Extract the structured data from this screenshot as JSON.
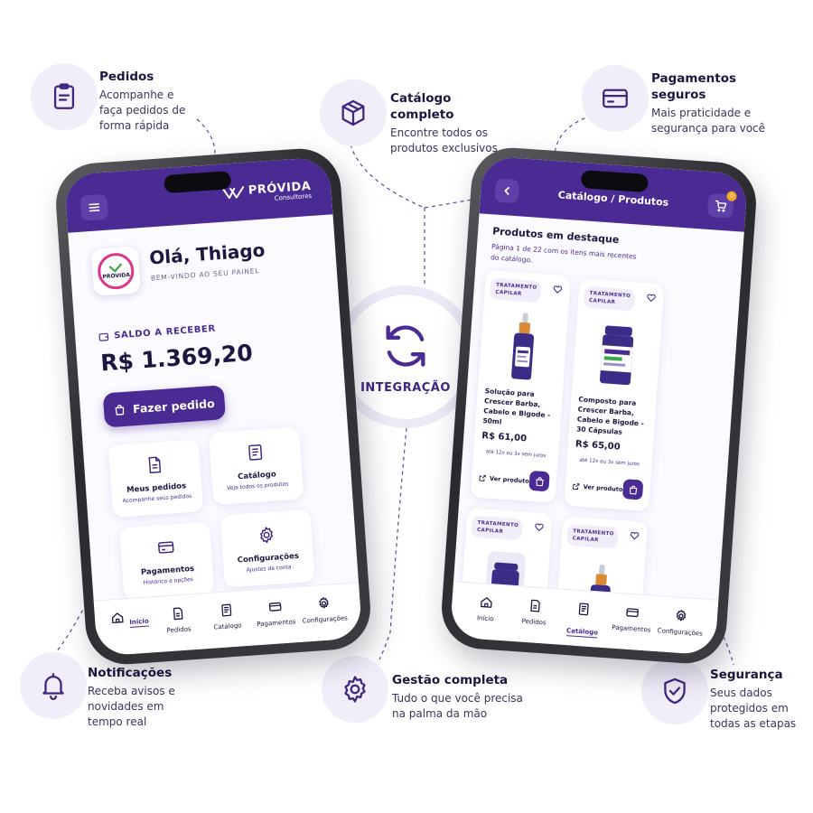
{
  "features": {
    "pedidos": {
      "title": "Pedidos",
      "desc": [
        "Acompanhe e",
        "faça pedidos de",
        "forma rápida"
      ],
      "icon": "clipboard-icon"
    },
    "catalogo": {
      "title": [
        "Catálogo",
        "completo"
      ],
      "desc": [
        "Encontre todos os",
        "produtos exclusivos"
      ],
      "icon": "box-icon"
    },
    "pagamentos": {
      "title": [
        "Pagamentos",
        "seguros"
      ],
      "desc": [
        "Mais praticidade e",
        "segurança para você"
      ],
      "icon": "credit-card-icon"
    },
    "notificacoes": {
      "title": "Notificações",
      "desc": [
        "Receba avisos e",
        "novidades em",
        "tempo real"
      ],
      "icon": "bell-icon"
    },
    "gestao": {
      "title": "Gestão completa",
      "desc": [
        "Tudo o que você precisa",
        "na palma da mão"
      ],
      "icon": "gear-icon"
    },
    "seguranca": {
      "title": "Segurança",
      "desc": [
        "Seus dados",
        "protegidos em",
        "todas as etapas"
      ],
      "icon": "shield-check-icon"
    }
  },
  "integration": {
    "label": "INTEGRAÇÃO",
    "icon": "sync-icon"
  },
  "colors": {
    "primary": "#4a2a93",
    "tint": "#f1edf9",
    "text": "#1e1540",
    "badge": "#f5a623"
  },
  "dashboard": {
    "brand": {
      "name": "PRÓVIDA",
      "subtitle": "Consultores"
    },
    "logo_text": "PRÓVIDA",
    "greeting": "Olá, Thiago",
    "welcome": "BEM-VINDO AO SEU PAINEL",
    "balance_label": "SALDO A RECEBER",
    "balance_value": "R$ 1.369,20",
    "order_button": "Fazer pedido",
    "tiles": [
      {
        "title": "Meus pedidos",
        "sub": "Acompanhe seus pedidos"
      },
      {
        "title": "Catálogo",
        "sub": "Veja todos os produtos"
      },
      {
        "title": "Pagamentos",
        "sub": "Histórico e opções"
      },
      {
        "title": "Configurações",
        "sub": "Ajustes da conta"
      }
    ],
    "tabs": [
      "Início",
      "Pedidos",
      "Catálogo",
      "Pagamentos",
      "Configurações"
    ],
    "active_tab": "Início"
  },
  "catalog": {
    "title": "Catálogo / Produtos",
    "cart_count": "0",
    "section_title": "Produtos em destaque",
    "section_sub": "Página 1 de 22 com os itens mais recentes do catálogo.",
    "products": [
      {
        "badge": [
          "TRATAMENTO",
          "CAPILAR"
        ],
        "name": [
          "Solução para",
          "Crescer Barba,",
          "Cabelo e Bigode -",
          "50ml"
        ],
        "price": "R$ 61,00",
        "installments": "até 12x ou 3x sem juros",
        "view": "Ver produto"
      },
      {
        "badge": [
          "TRATAMENTO",
          "CAPILAR"
        ],
        "name": [
          "Composto para",
          "Crescer Barba,",
          "Cabelo e Bigode -",
          "30 Cápsulas"
        ],
        "price": "R$ 65,00",
        "installments": "até 12x ou 3x sem juros",
        "view": "Ver produto"
      },
      {
        "badge": [
          "TRATAMENTO",
          "CAPILAR"
        ]
      },
      {
        "badge": [
          "TRATAMENTO",
          "CAPILAR"
        ]
      }
    ],
    "tabs": [
      "Início",
      "Pedidos",
      "Catálogo",
      "Pagamentos",
      "Configurações"
    ],
    "active_tab": "Catálogo"
  }
}
